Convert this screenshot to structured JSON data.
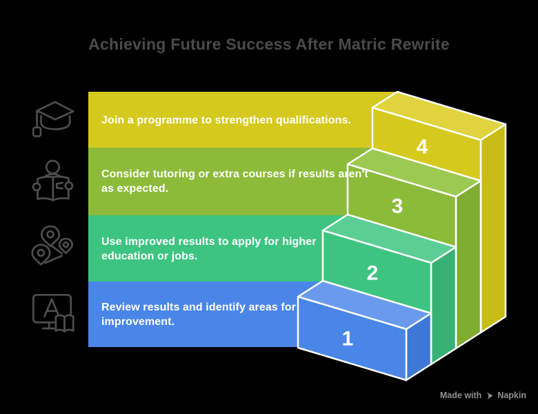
{
  "title": "Achieving Future Success After Matric Rewrite",
  "bands": [
    {
      "step_number": "4",
      "icon": "graduation-cap",
      "lines": [
        "Join a programme to strengthen qualifications."
      ],
      "color": "#d6c91e",
      "color_top": "#e0d33d",
      "color_side": "#c9bc15"
    },
    {
      "step_number": "3",
      "icon": "person-reading-book",
      "lines": [
        "Consider tutoring or extra courses if results aren't",
        "as expected."
      ],
      "color": "#8cbb3a",
      "color_top": "#9cc952",
      "color_side": "#7fad32"
    },
    {
      "step_number": "2",
      "icon": "map-pins",
      "lines": [
        "Use improved results to apply for higher",
        "education or jobs."
      ],
      "color": "#3ec481",
      "color_top": "#5ace95",
      "color_side": "#37b274"
    },
    {
      "step_number": "1",
      "icon": "monitor-with-book",
      "lines": [
        "Review results and identify areas for",
        "improvement."
      ],
      "color": "#4a86e8",
      "color_top": "#699aee",
      "color_side": "#3e78d7"
    }
  ],
  "watermark": {
    "prefix": "Made with",
    "brand": "Napkin"
  },
  "colors": {
    "background": "#000000",
    "title": "#4a4a4a",
    "band_text": "#ffffff",
    "step_number": "#ffffff",
    "outline": "#ffffff",
    "icon": "#4d4d4d",
    "watermark": "#909090"
  }
}
